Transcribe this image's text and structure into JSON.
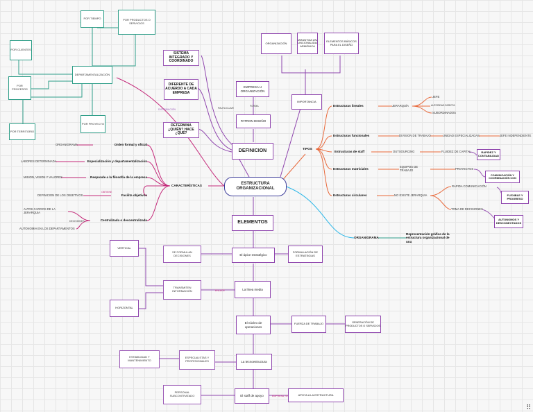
{
  "nodes": {
    "por_tiempo": "POR TIEMPO",
    "por_productos": "POR PRODUCTOS O SERVICIOS",
    "por_clientes": "POR CLIENTES",
    "departamentalizacion": "DEPARTAMENTALIZACIÓN",
    "por_procesos": "POR PROCESOS",
    "por_territorio": "POR TERRITORIO",
    "por_proyecto": "POR PROYECTO",
    "sistema_integrado": "SISTEMA INTEGRADO Y COORDINADO",
    "diferente": "DIFERENTE DE ACUERDO A CADA EMPRESA",
    "determina": "DETERMINA ¿QUIÉN? HACE ¿QUÉ?",
    "definicion": "DEFINICION",
    "empresa_org": "EMPRESA U ORGANIZACIÓN",
    "patron": "PATRON  DISEÑO",
    "organizacion": "ORGANIZACIÓN",
    "garantiza": "GARANTIZA UNA FUNCIONALIDAD ARMÓNICA",
    "elementos_basicos": "ELEMENTOS BÁSICOS PARA EL DISEÑO",
    "importancia": "IMPORTANCIA",
    "estructura": "ESTRUCTURA ORGANIZACIONAL",
    "caracteristicas": "CARACTERÍSTICAS",
    "tipos": "TIPOS",
    "organigrama_txt": "ORGANIGRAMA",
    "orden_formal": "Orden formal y oficial",
    "labores": "LABORES DETERMINADA",
    "especializacion": "Especialización y departamentalización",
    "mision": "MISION, VISION Y VALORES",
    "responde": "Responde a la filosofía de la empresa",
    "definicion_objetivos": "DEFINICION DE LOS OBJETIVOS",
    "facilita": "Facilita objetivos",
    "altos_cargos": "ALTOS CARGOS DE LA JERARQUIA",
    "autonomia": "AUTONOMIA EN LOS DEPARTAMENTOS",
    "centralizada": "Centralizada o descentralizada",
    "lineales": "Estructuras lineales",
    "jerarquia": "JERARQUÍA",
    "jefe": "JEFE",
    "autoridad": "AUTORIDAD DIRECTA",
    "subordinados": "SUBORDINADOS",
    "funcionales": "Estructuras funcionales",
    "division": "DIVISION DE TRABAJO",
    "unidad": "UNIDAD ESPECIALIZADAS",
    "jefe_indep": "JEFE INDEPENDIENTE",
    "staff": "Estructuras de staff",
    "outsourcing": "OUTSOURCING",
    "fluidez": "FLUIDEZ DE CAPITAL",
    "rapidez": "RAPIDEZ Y CONTABILIDAD",
    "matriciales": "Estructuras matriciales",
    "equipos": "EQUIPOS DE TRABAJO",
    "proyectos": "PROYECTOS",
    "comunicacion": "COMUNICACIÓN Y COORDINACIÓN CON",
    "circulares": "Estructuras circulares",
    "no_existe": "NO EXISTE JERARQUIA",
    "rapida": "RAPIDA COMUNICACIÓN",
    "flexible": "FLEXIBLE Y PROGRESO",
    "toma": "TOMA DE DECISIONES",
    "autonomos": "AUTONOMOS Y DESCONECTADOS",
    "organigrama_node": "ORGANIGRAMA",
    "representacion": "Representación gráfica de la estructura organizacional de una",
    "elementos": "ELEMENTOS",
    "vertical": "VERTICAL",
    "horizontal": "HORIZONTAL",
    "se_formulan": "SE FORMULAN DECISIONES",
    "transmiten": "TRANSMITEN INFORMACIÓN",
    "apice": "El ápice estratégico",
    "formulacion": "FORMULACIÓN DE ESTRATEGIAS",
    "linea_media": "La línea media",
    "nucleo": "El núcleo de operaciones",
    "fuerza": "FUERZA DE TRABAJO",
    "generacion": "GENERACIÓN DE PRODUCTOS O SERVICIOS",
    "estabilidad": "ESTABILIDAD Y MANTENIMIENTO",
    "especialistas": "ESPECIALISTAS Y PROFESIONALES",
    "tecnoestructura": "La tecnoestructura",
    "personal": "PERSONAL SUBCONTRATADO",
    "staff_apoyo": "El staff de apoyo",
    "apoya": "APOYA A LA ESTRUCTURA"
  },
  "edge_labels": {
    "distribucion": "DISTRIBUCIÓN",
    "pauta": "PAUTA CLAVE",
    "forma": "FORMA",
    "obtiene": "OBTIENE",
    "decisiones": "DECISIONES",
    "enlace": "ENLACE",
    "empresa_vigilancia": "EMPRESA, VIGILANCIA"
  },
  "corner_mark": "⠿",
  "colors": {
    "green": "#2e9e88",
    "purple": "#9b59b6",
    "pink": "#c42a7a",
    "orange": "#e8683a",
    "blue": "#29b6e8",
    "dark": "#3d3d9a"
  }
}
